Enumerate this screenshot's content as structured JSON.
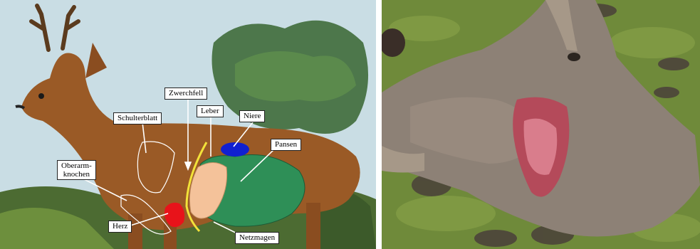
{
  "diagram": {
    "labels": {
      "zwerchfell": "Zwerchfell",
      "schulterblatt": "Schulterblatt",
      "leber": "Leber",
      "niere": "Niere",
      "pansen": "Pansen",
      "oberarmknochen_line1": "Oberarm-",
      "oberarmknochen_line2": "knochen",
      "herz": "Herz",
      "netzmagen": "Netzmagen"
    },
    "colors": {
      "heart": "#e8131a",
      "kidney": "#1020d0",
      "liver": "#f4c29a",
      "rumen": "#2e8f57",
      "diaphragm": "#f2e23a",
      "deer_body": "#9a5a26",
      "sky": "#c7dce4"
    }
  },
  "photo": {
    "colors": {
      "grass": "#6f8a3a",
      "fur": "#8d8176",
      "wound": "#c85a6a"
    }
  }
}
